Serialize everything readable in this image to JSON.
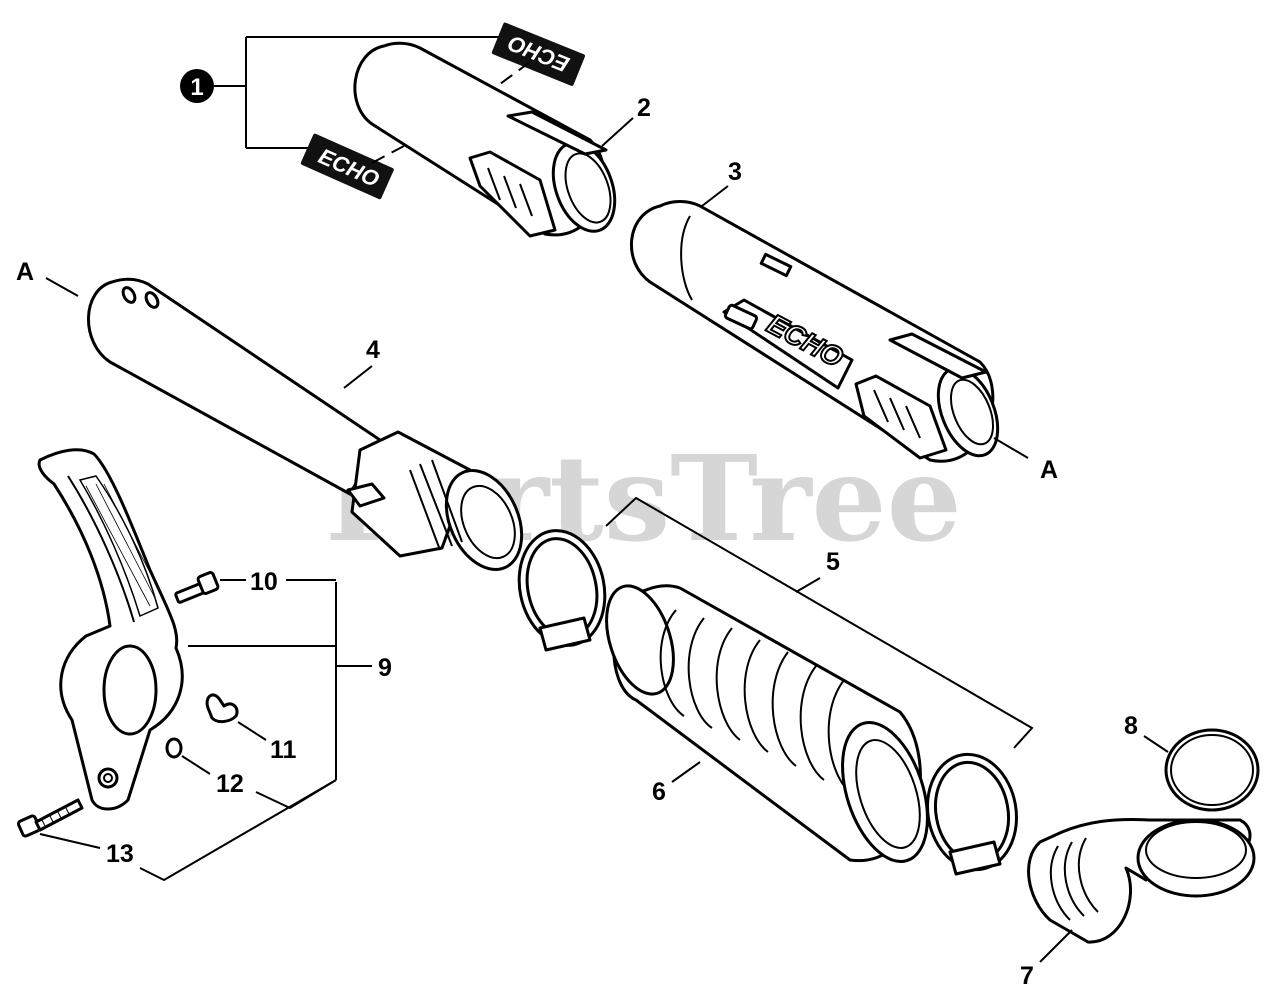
{
  "watermark": "PartsTree",
  "callouts": {
    "c1": "1",
    "c2": "2",
    "c3": "3",
    "c4": "4",
    "c5": "5",
    "c6": "6",
    "c7": "7",
    "c8": "8",
    "c9": "9",
    "c10": "10",
    "c11": "11",
    "c12": "12",
    "c13": "13",
    "a_left": "A",
    "a_right": "A"
  },
  "decal_text": "ECHO",
  "colors": {
    "line": "#000000",
    "watermark": "#d6d6d6",
    "background": "#ffffff"
  }
}
